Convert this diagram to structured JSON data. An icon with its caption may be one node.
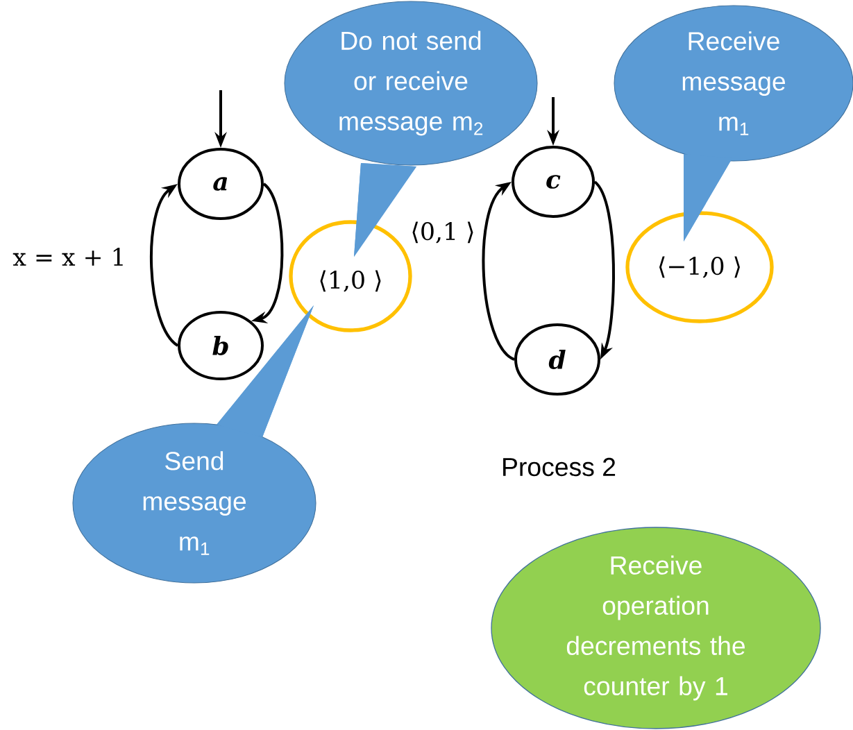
{
  "diagram": {
    "nodes": [
      {
        "text": [
          "a"
        ]
      },
      {
        "text": [
          "b"
        ]
      },
      {
        "text": [
          "c"
        ]
      },
      {
        "text": [
          "d"
        ]
      },
      {
        "text": [
          "⟨1,0 ⟩"
        ]
      },
      {
        "text": [
          "⟨−1,0 ⟩"
        ]
      },
      {
        "text": [
          "Do not send or receive message m$_{2}$"
        ]
      },
      {
        "text": [
          "Receive message m$_{1}$"
        ]
      },
      {
        "text": [
          "Send message m$_{1}$"
        ]
      },
      {
        "text": [
          "Receive operation decrements the counter by 1"
        ]
      }
    ],
    "edges": [
      {
        "from": null,
        "to": 0,
        "arrow": "to"
      },
      {
        "from": 0,
        "to": 1,
        "arrow": "to"
      },
      {
        "from": 1,
        "to": 0,
        "arrow": "to"
      },
      {
        "from": null,
        "to": 2,
        "arrow": "to"
      },
      {
        "from": 2,
        "to": 3,
        "arrow": "to"
      },
      {
        "from": 3,
        "to": 2,
        "arrow": "to"
      }
    ],
    "labels": [
      "x = x + 1",
      "⟨0,1 ⟩",
      "Process 2"
    ]
  }
}
